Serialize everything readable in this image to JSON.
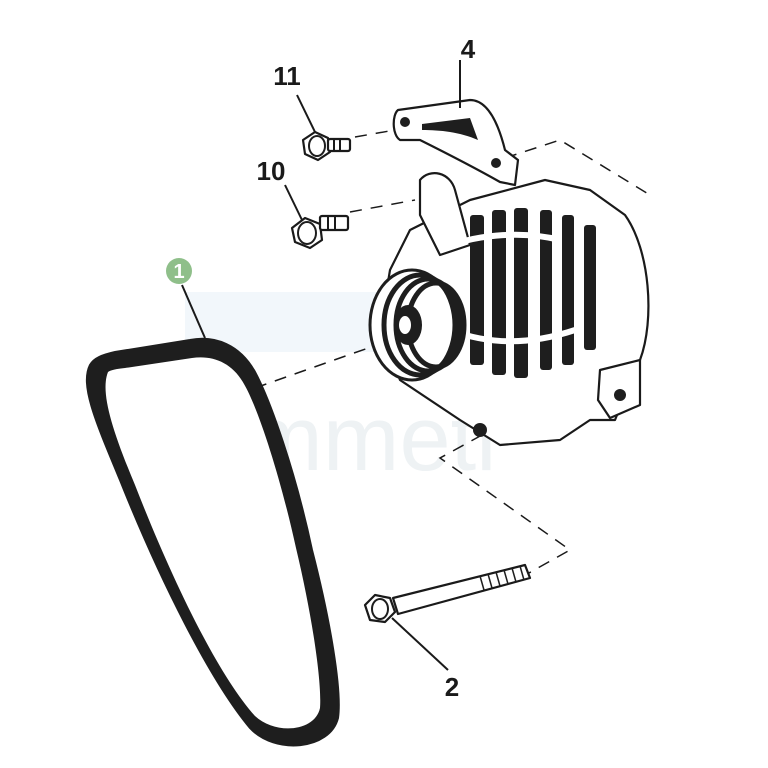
{
  "watermark": "emmeti",
  "callouts": [
    {
      "id": "belt",
      "label": "1",
      "highlighted": true,
      "highlight_color": "#8fbf8a"
    },
    {
      "id": "bolt_long",
      "label": "2"
    },
    {
      "id": "bracket",
      "label": "4"
    },
    {
      "id": "bolt_10",
      "label": "10"
    },
    {
      "id": "bolt_11",
      "label": "11"
    }
  ]
}
